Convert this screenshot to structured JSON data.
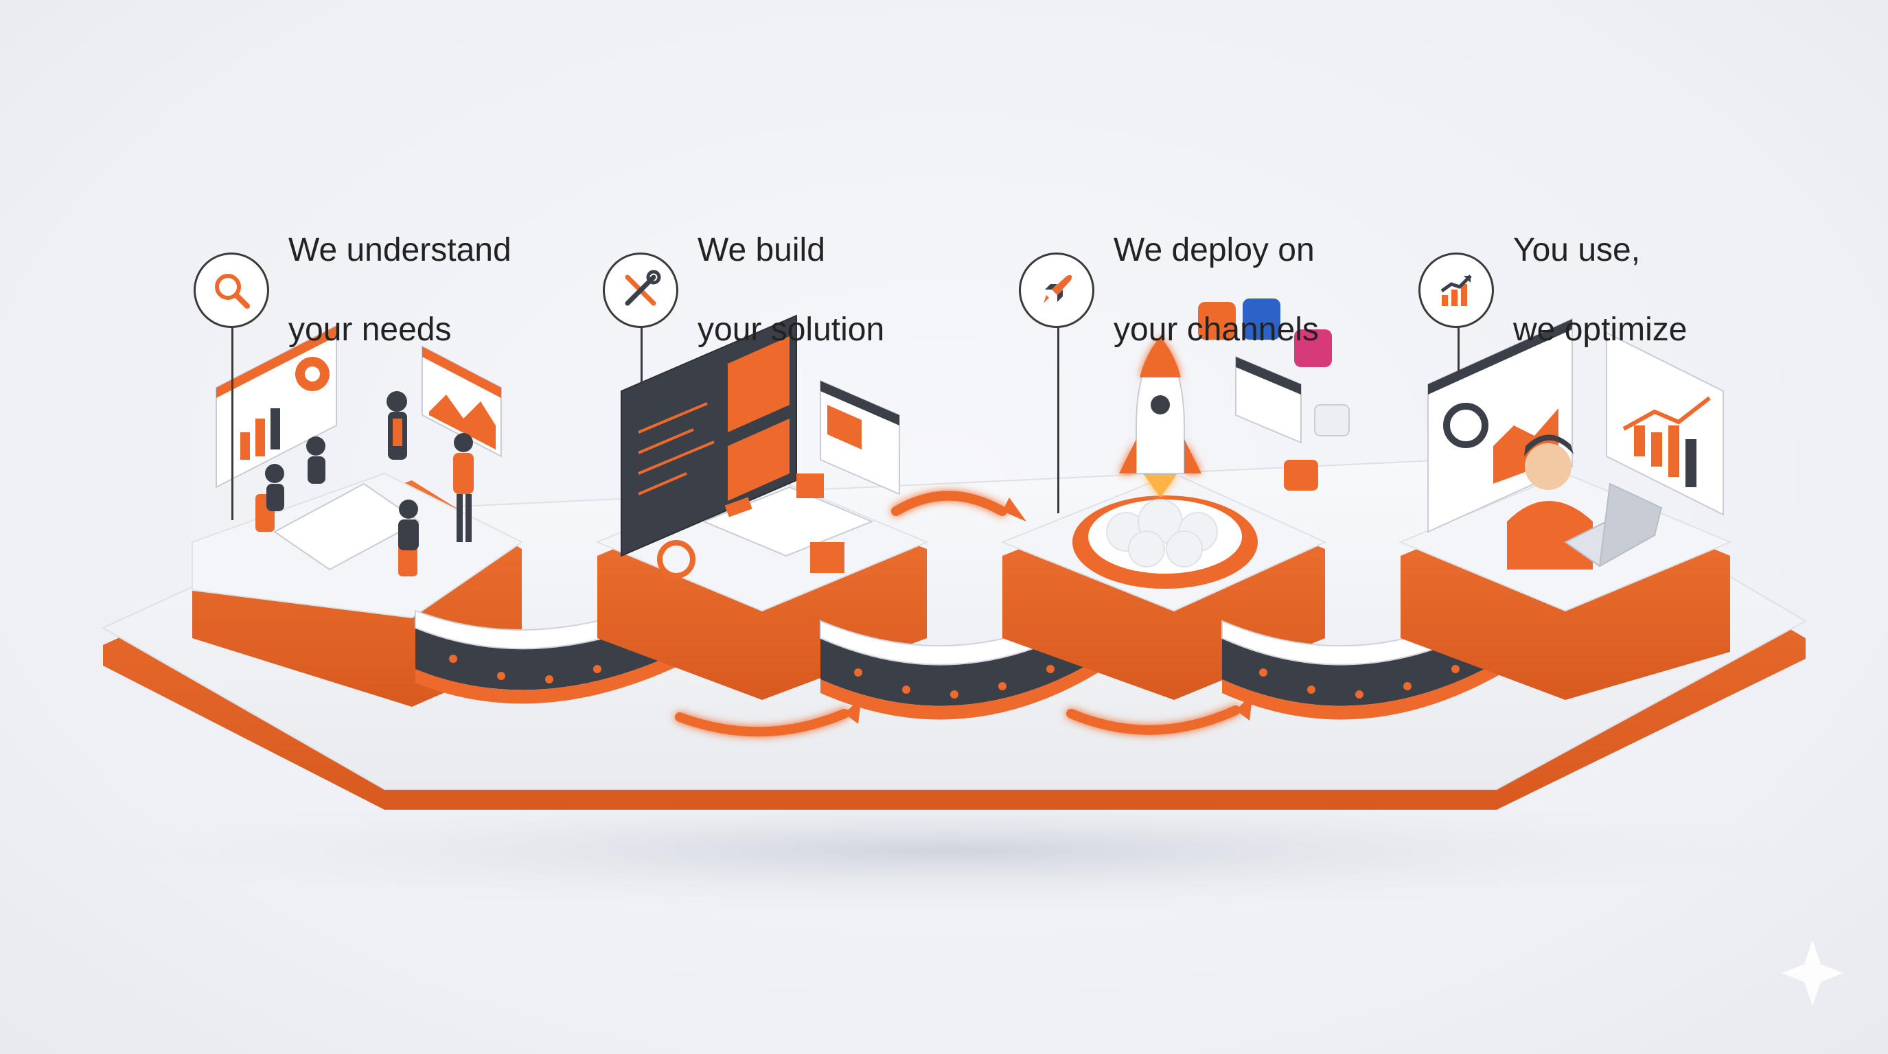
{
  "steps": [
    {
      "icon": "magnifier-icon",
      "line1": "We understand",
      "line2": "your needs"
    },
    {
      "icon": "tools-icon",
      "line1": "We build",
      "line2": "your solution"
    },
    {
      "icon": "rocket-icon",
      "line1": "We deploy on",
      "line2": "your channels"
    },
    {
      "icon": "growth-chart-icon",
      "line1": "You use,",
      "line2": "we optimize"
    }
  ],
  "colors": {
    "accent": "#ee6a2c",
    "accent_dark": "#c9531c",
    "platform_top": "#f4f5f8",
    "ink": "#222222",
    "screen_dark": "#3b3f47"
  }
}
